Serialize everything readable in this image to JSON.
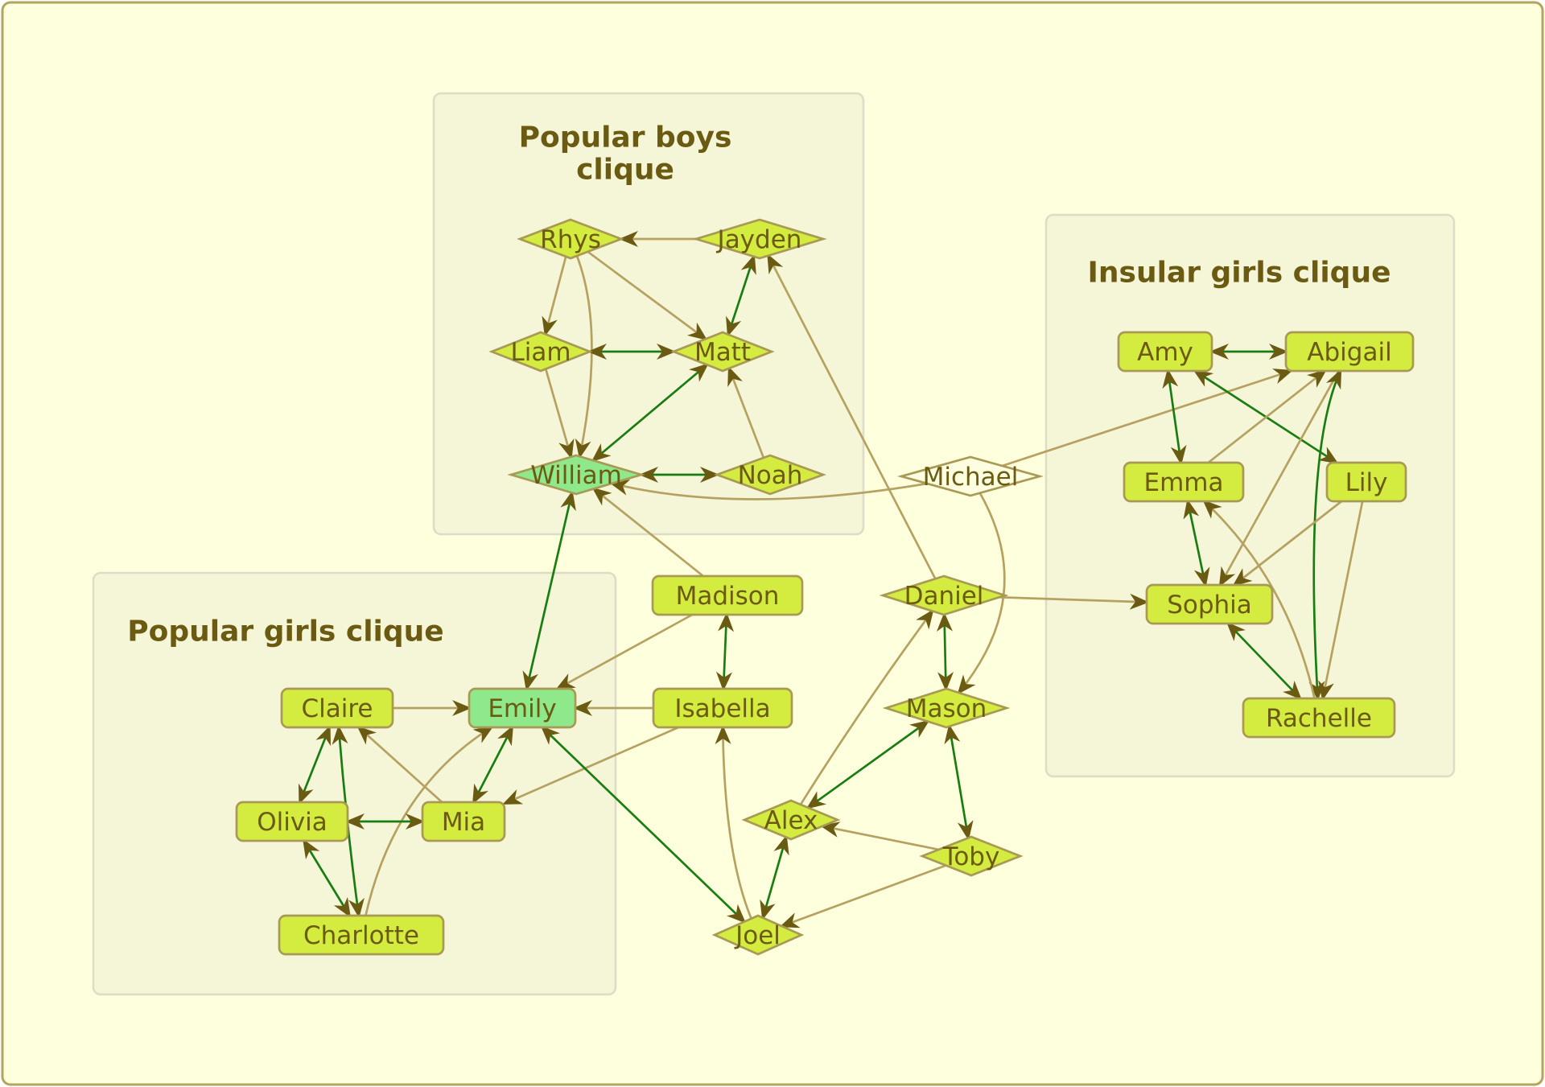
{
  "clusters": [
    {
      "id": "boys",
      "label_lines": [
        "Popular boys",
        "clique"
      ]
    },
    {
      "id": "insular",
      "label_lines": [
        "Insular girls clique"
      ]
    },
    {
      "id": "girls",
      "label_lines": [
        "Popular girls clique"
      ]
    }
  ],
  "nodes": [
    {
      "id": "rhys",
      "label": "Rhys",
      "shape": "diamond",
      "style": "normal"
    },
    {
      "id": "jayden",
      "label": "Jayden",
      "shape": "diamond",
      "style": "normal"
    },
    {
      "id": "liam",
      "label": "Liam",
      "shape": "diamond",
      "style": "normal"
    },
    {
      "id": "matt",
      "label": "Matt",
      "shape": "diamond",
      "style": "normal"
    },
    {
      "id": "william",
      "label": "William",
      "shape": "diamond",
      "style": "highlight"
    },
    {
      "id": "noah",
      "label": "Noah",
      "shape": "diamond",
      "style": "normal"
    },
    {
      "id": "michael",
      "label": "Michael",
      "shape": "diamond",
      "style": "plain"
    },
    {
      "id": "amy",
      "label": "Amy",
      "shape": "box",
      "style": "normal"
    },
    {
      "id": "abigail",
      "label": "Abigail",
      "shape": "box",
      "style": "normal"
    },
    {
      "id": "emma",
      "label": "Emma",
      "shape": "box",
      "style": "normal"
    },
    {
      "id": "lily",
      "label": "Lily",
      "shape": "box",
      "style": "normal"
    },
    {
      "id": "sophia",
      "label": "Sophia",
      "shape": "box",
      "style": "normal"
    },
    {
      "id": "rachelle",
      "label": "Rachelle",
      "shape": "box",
      "style": "normal"
    },
    {
      "id": "madison",
      "label": "Madison",
      "shape": "box",
      "style": "normal"
    },
    {
      "id": "isabella",
      "label": "Isabella",
      "shape": "box",
      "style": "normal"
    },
    {
      "id": "emily",
      "label": "Emily",
      "shape": "box",
      "style": "highlight"
    },
    {
      "id": "claire",
      "label": "Claire",
      "shape": "box",
      "style": "normal"
    },
    {
      "id": "olivia",
      "label": "Olivia",
      "shape": "box",
      "style": "normal"
    },
    {
      "id": "mia",
      "label": "Mia",
      "shape": "box",
      "style": "normal"
    },
    {
      "id": "charlotte",
      "label": "Charlotte",
      "shape": "box",
      "style": "normal"
    },
    {
      "id": "daniel",
      "label": "Daniel",
      "shape": "diamond",
      "style": "normal"
    },
    {
      "id": "mason",
      "label": "Mason",
      "shape": "diamond",
      "style": "normal"
    },
    {
      "id": "alex",
      "label": "Alex",
      "shape": "diamond",
      "style": "normal"
    },
    {
      "id": "toby",
      "label": "Toby",
      "shape": "diamond",
      "style": "normal"
    },
    {
      "id": "joel",
      "label": "Joel",
      "shape": "diamond",
      "style": "normal"
    }
  ],
  "edges": [
    {
      "from": "jayden",
      "to": "rhys",
      "mutual": false
    },
    {
      "from": "rhys",
      "to": "liam",
      "mutual": false
    },
    {
      "from": "rhys",
      "to": "matt",
      "mutual": false
    },
    {
      "from": "rhys",
      "to": "william",
      "mutual": false
    },
    {
      "from": "jayden",
      "to": "matt",
      "mutual": true
    },
    {
      "from": "liam",
      "to": "matt",
      "mutual": true
    },
    {
      "from": "liam",
      "to": "william",
      "mutual": false
    },
    {
      "from": "matt",
      "to": "william",
      "mutual": true
    },
    {
      "from": "noah",
      "to": "matt",
      "mutual": false
    },
    {
      "from": "william",
      "to": "noah",
      "mutual": true
    },
    {
      "from": "michael",
      "to": "william",
      "mutual": false
    },
    {
      "from": "michael",
      "to": "abigail",
      "mutual": false
    },
    {
      "from": "michael",
      "to": "mason",
      "mutual": false
    },
    {
      "from": "william",
      "to": "emily",
      "mutual": true
    },
    {
      "from": "madison",
      "to": "william",
      "mutual": false
    },
    {
      "from": "daniel",
      "to": "jayden",
      "mutual": false
    },
    {
      "from": "amy",
      "to": "abigail",
      "mutual": true
    },
    {
      "from": "amy",
      "to": "emma",
      "mutual": true
    },
    {
      "from": "amy",
      "to": "lily",
      "mutual": true
    },
    {
      "from": "emma",
      "to": "abigail",
      "mutual": false
    },
    {
      "from": "abigail",
      "to": "sophia",
      "mutual": false
    },
    {
      "from": "abigail",
      "to": "rachelle",
      "mutual": true
    },
    {
      "from": "emma",
      "to": "sophia",
      "mutual": true
    },
    {
      "from": "lily",
      "to": "sophia",
      "mutual": false
    },
    {
      "from": "lily",
      "to": "rachelle",
      "mutual": false
    },
    {
      "from": "rachelle",
      "to": "emma",
      "mutual": false
    },
    {
      "from": "sophia",
      "to": "rachelle",
      "mutual": true
    },
    {
      "from": "daniel",
      "to": "sophia",
      "mutual": false
    },
    {
      "from": "madison",
      "to": "emily",
      "mutual": false
    },
    {
      "from": "madison",
      "to": "isabella",
      "mutual": true
    },
    {
      "from": "isabella",
      "to": "emily",
      "mutual": false
    },
    {
      "from": "isabella",
      "to": "mia",
      "mutual": false
    },
    {
      "from": "claire",
      "to": "emily",
      "mutual": false
    },
    {
      "from": "mia",
      "to": "emily",
      "mutual": true
    },
    {
      "from": "mia",
      "to": "claire",
      "mutual": false
    },
    {
      "from": "charlotte",
      "to": "emily",
      "mutual": false
    },
    {
      "from": "claire",
      "to": "olivia",
      "mutual": true
    },
    {
      "from": "claire",
      "to": "charlotte",
      "mutual": true
    },
    {
      "from": "olivia",
      "to": "mia",
      "mutual": true
    },
    {
      "from": "olivia",
      "to": "charlotte",
      "mutual": true
    },
    {
      "from": "emily",
      "to": "joel",
      "mutual": true
    },
    {
      "from": "joel",
      "to": "isabella",
      "mutual": false
    },
    {
      "from": "daniel",
      "to": "mason",
      "mutual": true
    },
    {
      "from": "alex",
      "to": "daniel",
      "mutual": false
    },
    {
      "from": "mason",
      "to": "alex",
      "mutual": true
    },
    {
      "from": "mason",
      "to": "toby",
      "mutual": true
    },
    {
      "from": "toby",
      "to": "alex",
      "mutual": false
    },
    {
      "from": "alex",
      "to": "joel",
      "mutual": true
    },
    {
      "from": "toby",
      "to": "joel",
      "mutual": false
    }
  ],
  "colors": {
    "background": "#feffdc",
    "border": "#b3a55c",
    "cluster_fill": "#f5f5d7",
    "cluster_border": "#dcdcc8",
    "node_fill": "#d4ec3f",
    "node_highlight_fill": "#8fe88a",
    "node_plain_fill": "#fdfde0",
    "node_border": "#a89a55",
    "text": "#6b5a12",
    "edge": "#b5a261",
    "mutual_edge": "#1a7d12",
    "arrowhead": "#6b5a12"
  }
}
